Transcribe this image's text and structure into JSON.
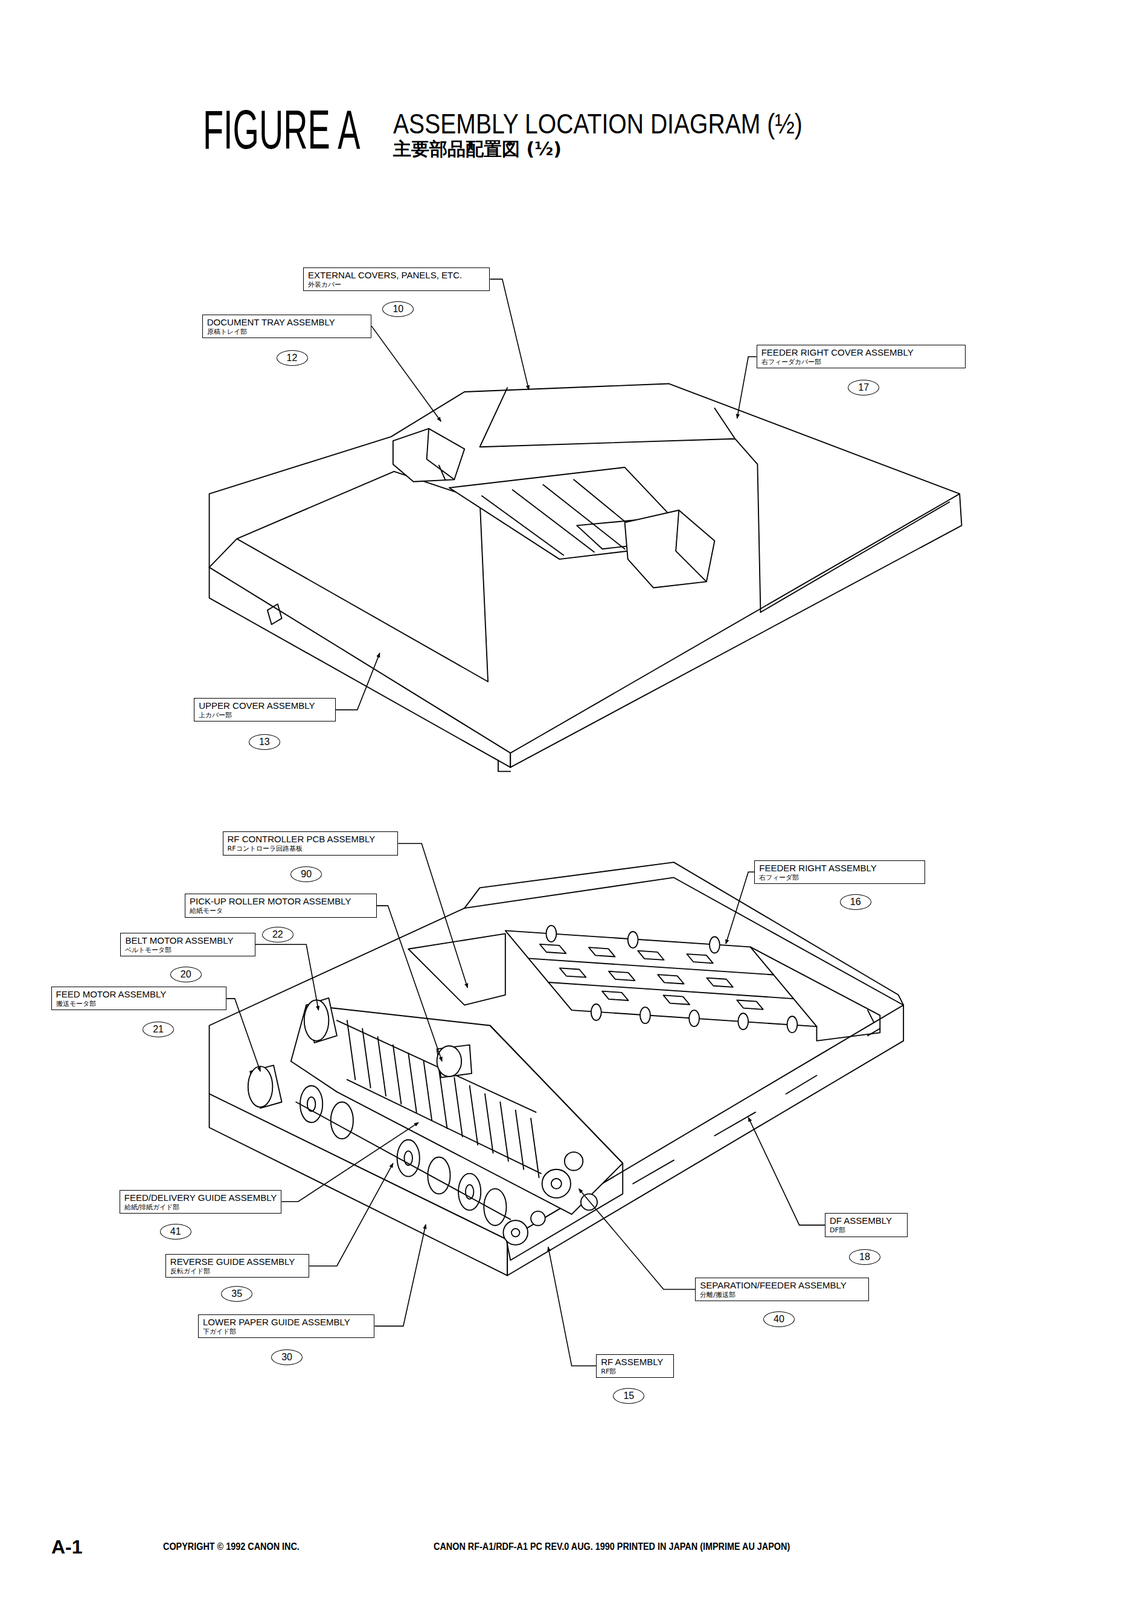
{
  "diagram": {
    "title": "FIGURE A",
    "nodes": [
      {
        "text": [
          "EXTERNAL COVERS, PANELS, ETC.",
          "外装カバー"
        ]
      },
      {
        "text": [
          "10"
        ]
      },
      {
        "text": [
          "DOCUMENT TRAY ASSEMBLY",
          "原稿トレイ部"
        ]
      },
      {
        "text": [
          "12"
        ]
      },
      {
        "text": [
          "FEEDER RIGHT COVER ASSEMBLY",
          "右フィーダカバー部"
        ]
      },
      {
        "text": [
          "17"
        ]
      },
      {
        "text": [
          "UPPER COVER ASSEMBLY",
          "上カバー部"
        ]
      },
      {
        "text": [
          "13"
        ]
      },
      {
        "text": [
          "RF CONTROLLER PCB ASSEMBLY",
          "RFコントローラ回路基板"
        ]
      },
      {
        "text": [
          "90"
        ]
      },
      {
        "text": [
          "PICK-UP ROLLER MOTOR ASSEMBLY",
          "給紙モータ"
        ]
      },
      {
        "text": [
          "22"
        ]
      },
      {
        "text": [
          "BELT MOTOR ASSEMBLY",
          "ベルトモータ部"
        ]
      },
      {
        "text": [
          "20"
        ]
      },
      {
        "text": [
          "FEED MOTOR ASSEMBLY",
          "搬送モータ部"
        ]
      },
      {
        "text": [
          "21"
        ]
      },
      {
        "text": [
          "FEEDER RIGHT ASSEMBLY",
          "右フィーダ部"
        ]
      },
      {
        "text": [
          "16"
        ]
      },
      {
        "text": [
          "FEED/DELIVERY GUIDE ASSEMBLY",
          "給紙/排紙ガイド部"
        ]
      },
      {
        "text": [
          "41"
        ]
      },
      {
        "text": [
          "REVERSE GUIDE ASSEMBLY",
          "反転ガイド部"
        ]
      },
      {
        "text": [
          "35"
        ]
      },
      {
        "text": [
          "LOWER PAPER GUIDE ASSEMBLY",
          "下ガイド部"
        ]
      },
      {
        "text": [
          "30"
        ]
      },
      {
        "text": [
          "DF ASSEMBLY",
          "DF部"
        ]
      },
      {
        "text": [
          "18"
        ]
      },
      {
        "text": [
          "SEPARATION/FEEDER ASSEMBLY",
          "分離/搬送部"
        ]
      },
      {
        "text": [
          "40"
        ]
      },
      {
        "text": [
          "RF ASSEMBLY",
          "RF部"
        ]
      },
      {
        "text": [
          "15"
        ]
      }
    ],
    "labels": [
      "ASSEMBLY LOCATION DIAGRAM (½)",
      "主要部品配置図 (½)",
      "A-1",
      "COPYRIGHT © 1992 CANON INC.",
      "CANON RF-A1/RDF-A1 PC REV.0 AUG. 1990 PRINTED IN JAPAN (IMPRIME AU JAPON)"
    ]
  }
}
